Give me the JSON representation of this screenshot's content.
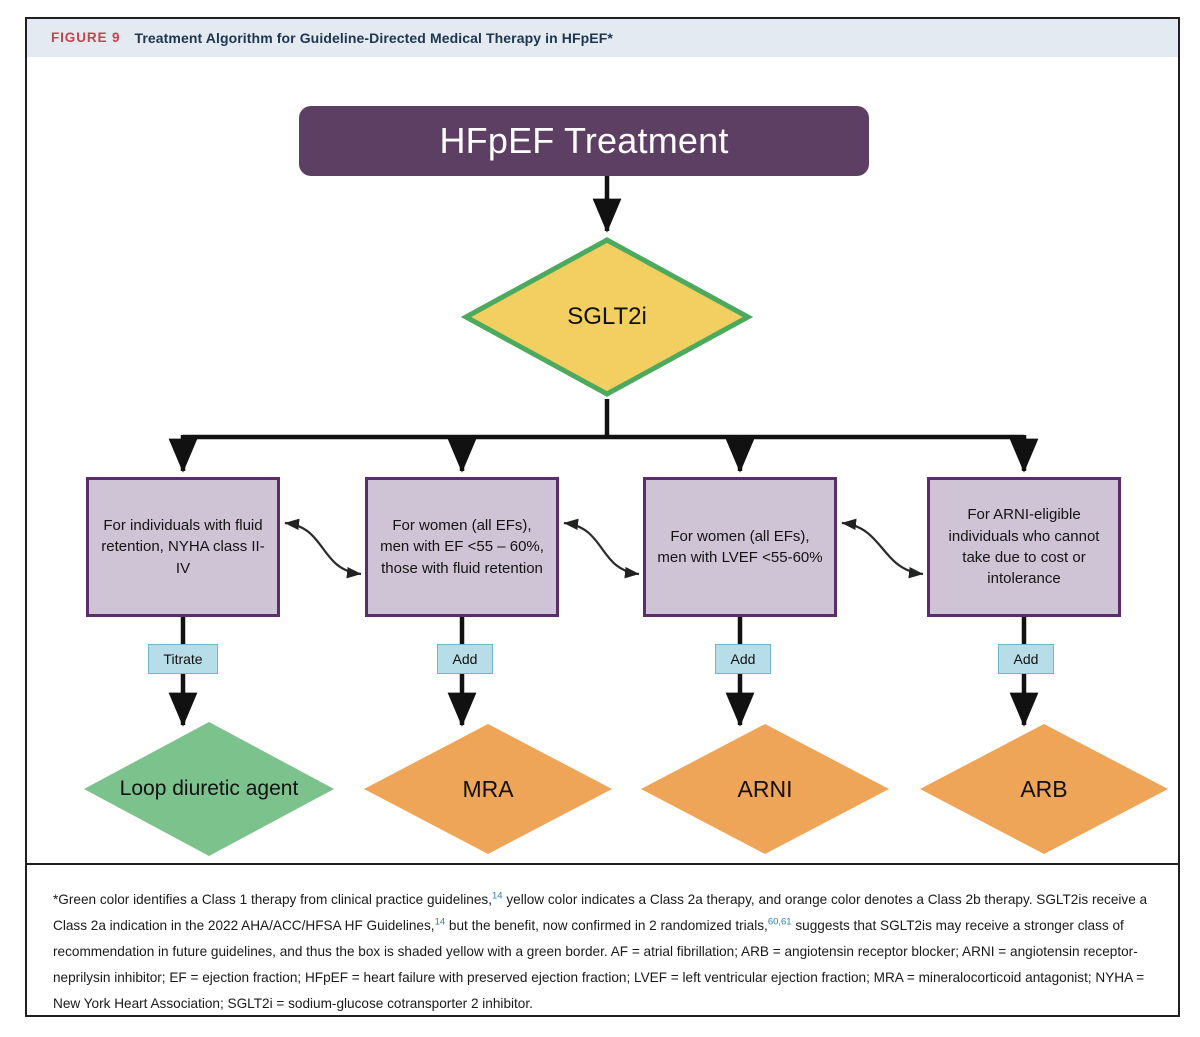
{
  "figure": {
    "number_label": "FIGURE 9",
    "title": "Treatment Algorithm for Guideline-Directed Medical Therapy in HFpEF*"
  },
  "colors": {
    "header_band": "#e3eaf1",
    "figure_number": "#c8434b",
    "title_text": "#20364f",
    "title_box_purple": "#5d3f63",
    "criteria_box_fill": "#cfc3d6",
    "criteria_box_border": "#5d2d6b",
    "sglt2i_fill_yellow": "#f2cf60",
    "sglt2i_border_green": "#4caa5e",
    "class1_green": "#7cc28d",
    "class2b_orange": "#efa558",
    "action_chip_fill": "#b6dde8",
    "action_chip_border": "#6fb6c9",
    "connector_black": "#111111",
    "reference_link_blue": "#2e7fb8"
  },
  "diagram": {
    "root": {
      "label": "HFpEF Treatment"
    },
    "gateway": {
      "label": "SGLT2i"
    },
    "criteria_boxes": [
      {
        "id": "box-fluid-retention",
        "label": "For individuals with fluid retention, NYHA class II-IV"
      },
      {
        "id": "box-women-all-efs-men-ef-55-60",
        "label": "For women (all EFs), men with EF <55 – 60%, those with fluid retention"
      },
      {
        "id": "box-women-all-efs-men-lvef-55-60",
        "label": "For women (all EFs), men with LVEF <55-60%"
      },
      {
        "id": "box-arni-eligible",
        "label": "For ARNI-eligible individuals who cannot take due to cost or intolerance"
      }
    ],
    "actions": [
      {
        "id": "action-titrate",
        "label": "Titrate"
      },
      {
        "id": "action-add-mra",
        "label": "Add"
      },
      {
        "id": "action-add-arni",
        "label": "Add"
      },
      {
        "id": "action-add-arb",
        "label": "Add"
      }
    ],
    "therapies": [
      {
        "id": "therapy-loop-diuretic",
        "label": "Loop diuretic agent",
        "class": "Class 1",
        "color": "#7cc28d"
      },
      {
        "id": "therapy-mra",
        "label": "MRA",
        "class": "Class 2b",
        "color": "#efa558"
      },
      {
        "id": "therapy-arni",
        "label": "ARNI",
        "class": "Class 2b",
        "color": "#efa558"
      },
      {
        "id": "therapy-arb",
        "label": "ARB",
        "class": "Class 2b",
        "color": "#efa558"
      }
    ]
  },
  "footnote": {
    "p1_a": "*Green color identifies a Class 1 therapy from clinical practice guidelines,",
    "p1_ref1": "14",
    "p1_b": " yellow color indicates a Class 2a therapy, and orange color denotes a Class 2b therapy. SGLT2is receive a Class 2a indication in the 2022 AHA/ACC/HFSA HF Guidelines,",
    "p1_ref2": "14",
    "p1_c": " but the benefit, now confirmed in 2 randomized trials,",
    "p1_ref3": "60,61",
    "p1_d": " suggests that SGLT2is may receive a stronger class of recommendation in future guidelines, and thus the box is shaded yellow with a green border. AF = atrial fibrillation; ARB = angiotensin receptor blocker; ARNI = angiotensin receptor-neprilysin inhibitor; EF = ejection fraction; HFpEF = heart failure with preserved ejection fraction; LVEF = left ventricular ejection fraction; MRA = mineralocorticoid antagonist; NYHA = New York Heart Association; SGLT2i = sodium-glucose cotransporter 2 inhibitor."
  }
}
